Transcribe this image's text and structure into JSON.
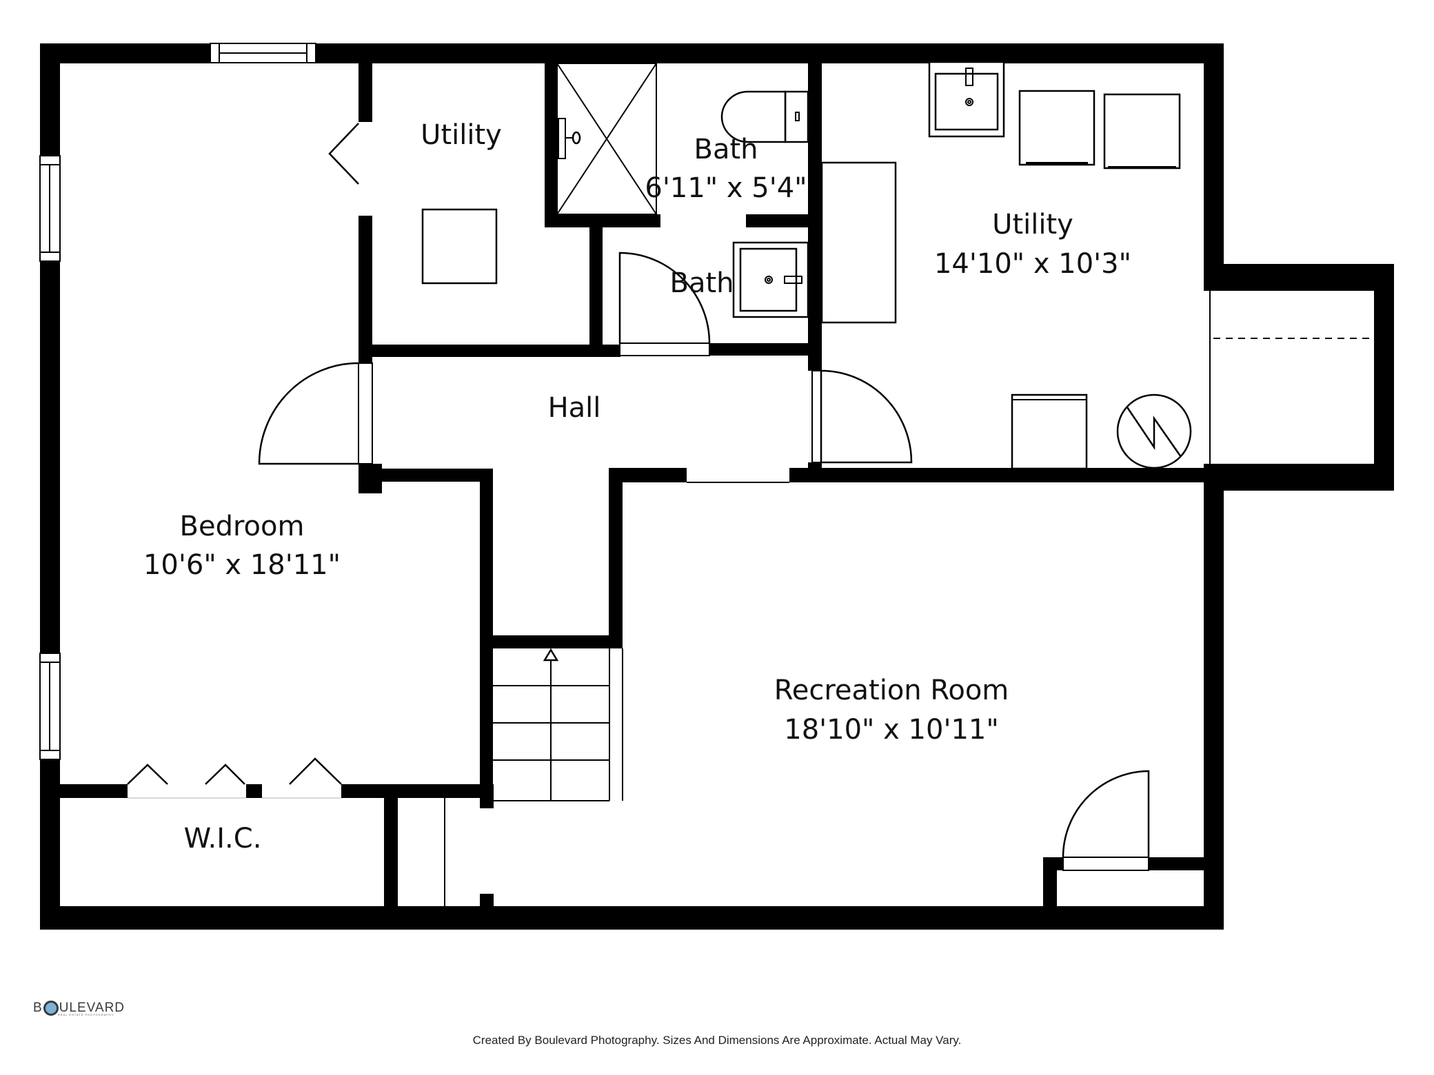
{
  "rooms": {
    "bedroom": {
      "name": "Bedroom",
      "dims": "10'6\" x 18'11\""
    },
    "utility_small": {
      "name": "Utility"
    },
    "bath_upper": {
      "name": "Bath",
      "dims": "6'11\" x 5'4\""
    },
    "bath_lower": {
      "name": "Bath"
    },
    "utility_large": {
      "name": "Utility",
      "dims": "14'10\" x 10'3\""
    },
    "hall": {
      "name": "Hall"
    },
    "recreation": {
      "name": "Recreation Room",
      "dims": "18'10\" x 10'11\""
    },
    "wic": {
      "name": "W.I.C."
    }
  },
  "fixtures": [
    "shower-icon",
    "toilet-icon",
    "bath-sink-icon",
    "utility-sink-icon",
    "washer-icon",
    "dryer-icon",
    "counter-icon",
    "furnace-icon",
    "water-heater-icon",
    "stairs-icon",
    "cabinet-icon"
  ],
  "branding": {
    "logo_prefix": "B",
    "logo_suffix": "ULEVARD",
    "logo_tagline": "REAL ESTATE PHOTOGRAPHY"
  },
  "footer": {
    "disclaimer": "Created By Boulevard Photography. Sizes And Dimensions Are Approximate. Actual May Vary."
  },
  "colors": {
    "wall": "#000000",
    "background": "#ffffff",
    "logo_accent": "#7db3d8"
  }
}
